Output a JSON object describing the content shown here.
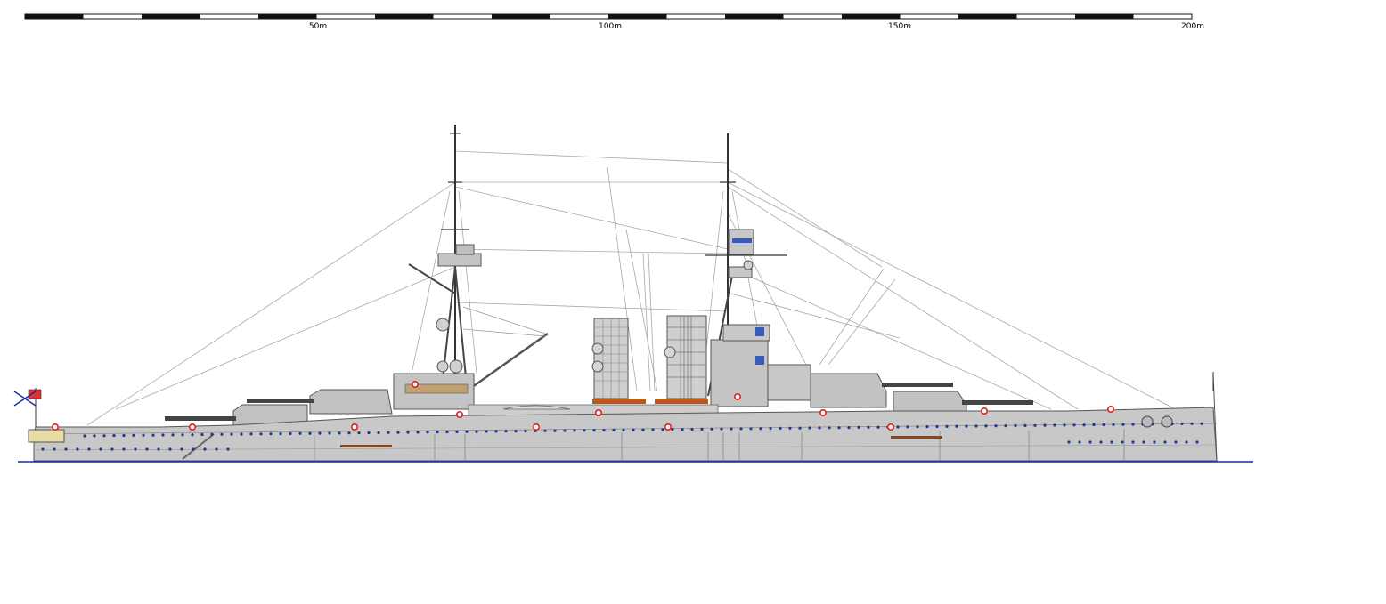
{
  "scale": {
    "ticks": [
      {
        "label": "50m"
      },
      {
        "label": "100m"
      },
      {
        "label": "150m"
      },
      {
        "label": "200m"
      }
    ]
  },
  "colors": {
    "hull": "#c8c8c8",
    "superstructure": "#bdbdbd",
    "outline": "#555555",
    "rigging": "#9a9a9a",
    "waterline": "#1a2aa0",
    "porthole": "#1f3a8a",
    "lifebuoy": "#e02020",
    "boat_deck": "#b85a1a",
    "window_blue": "#3a5ab8",
    "gun_barrel": "#444444",
    "scale_bar": "#111111"
  },
  "icons": [
    "naval-ensign-icon",
    "lifebuoy-icon",
    "anchor-icon",
    "porthole-icon"
  ]
}
